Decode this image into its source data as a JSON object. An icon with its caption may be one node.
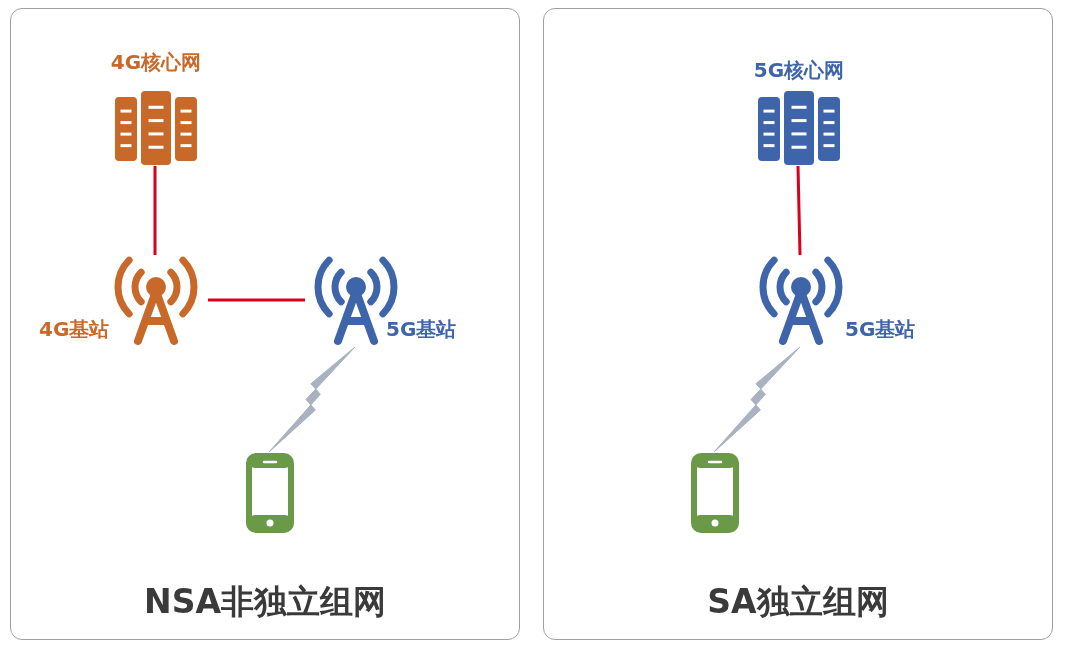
{
  "diagram": {
    "nodes": [
      {
        "text": [
          "NSA非独立组网"
        ]
      },
      {
        "text": [
          "4G核心网"
        ],
        "in": 0
      },
      {
        "text": [
          "4G基站"
        ],
        "in": 0
      },
      {
        "text": [
          "5G基站"
        ],
        "in": 0
      },
      {
        "text": [],
        "shape": "picture",
        "in": 0
      },
      {
        "text": [
          "SA独立组网"
        ]
      },
      {
        "text": [
          "5G核心网"
        ],
        "in": 5
      },
      {
        "text": [
          "5G基站"
        ],
        "in": 5
      },
      {
        "text": [],
        "shape": "picture",
        "in": 5
      }
    ],
    "edges": [
      {
        "from": 1,
        "to": 2,
        "arrow": "none"
      },
      {
        "from": 2,
        "to": 3,
        "arrow": "none"
      },
      {
        "from": 3,
        "to": 4,
        "arrow": "none",
        "color": "#a8b2c0"
      },
      {
        "from": 6,
        "to": 7,
        "arrow": "none"
      },
      {
        "from": 7,
        "to": 8,
        "arrow": "none",
        "color": "#a8b2c0"
      }
    ]
  }
}
